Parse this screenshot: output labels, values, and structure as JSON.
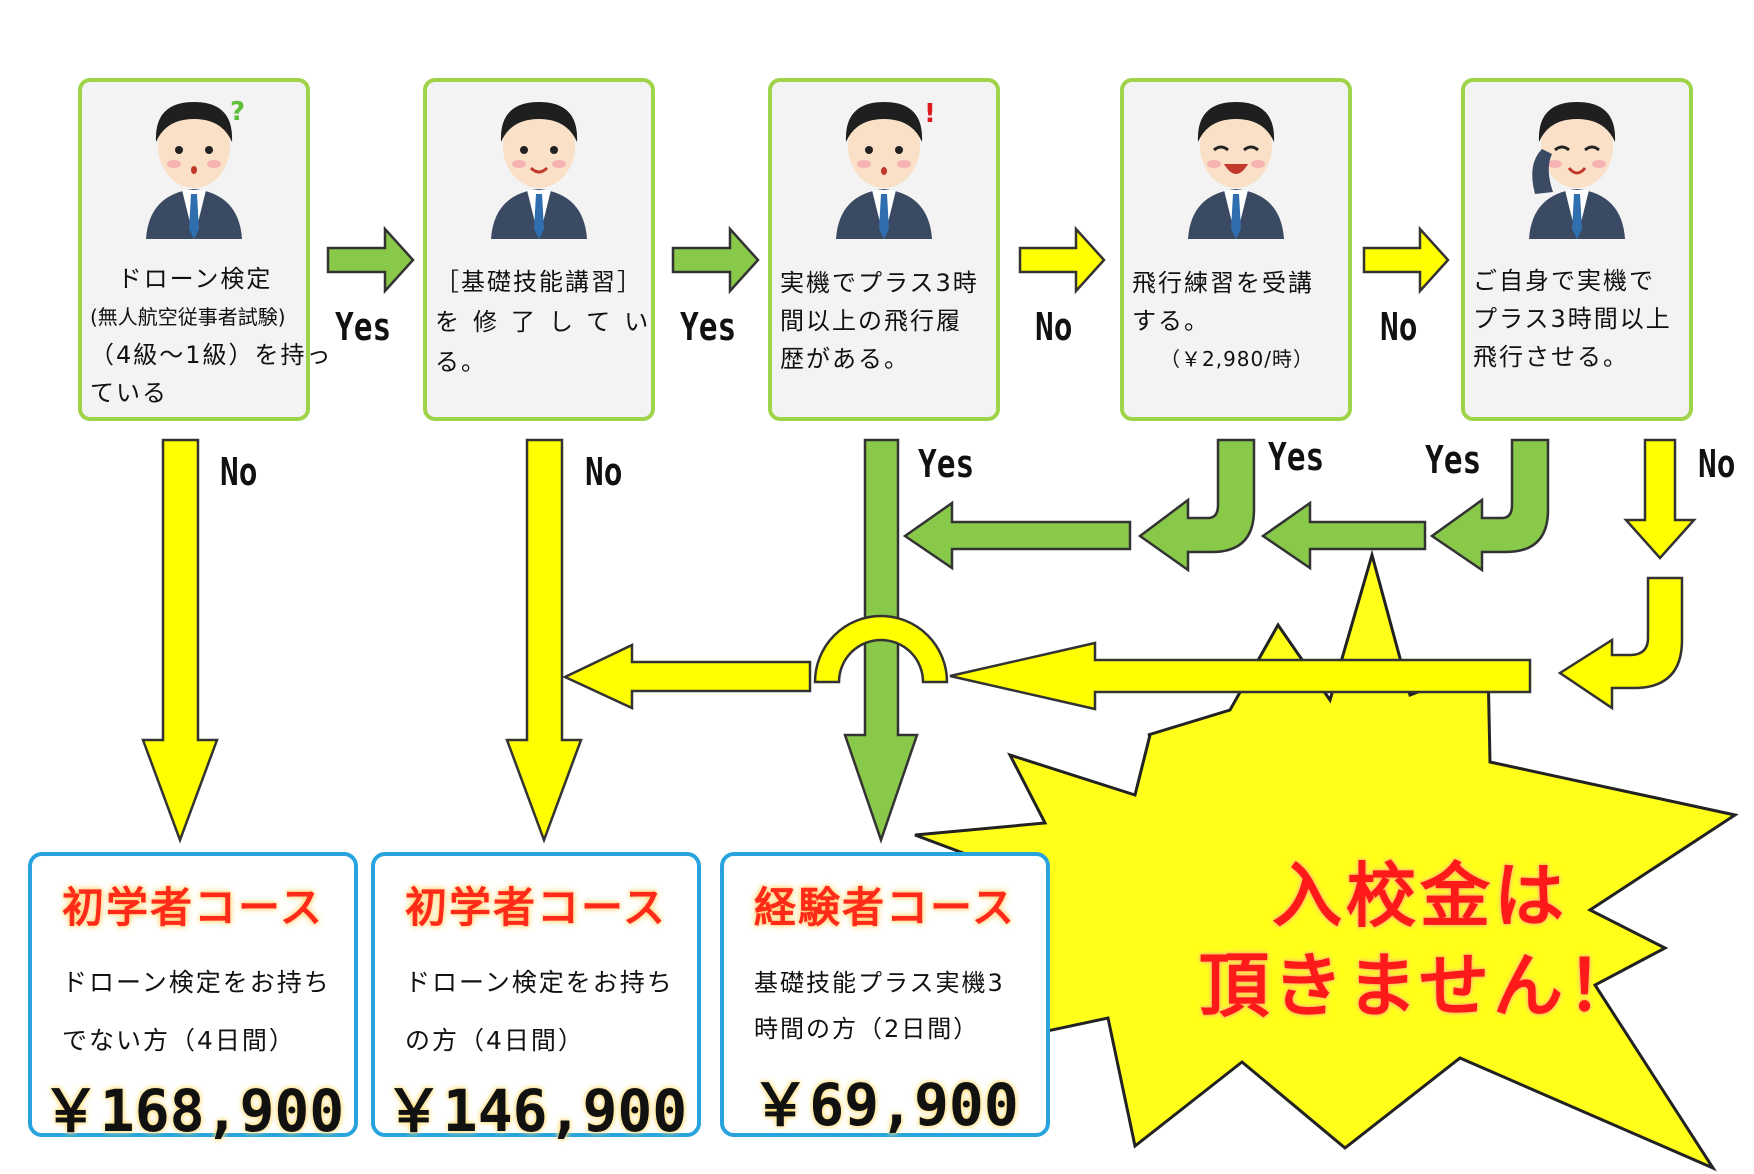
{
  "steps": [
    {
      "lines": [
        "ドローン検定",
        "(無人航空従事者試験)",
        "（4級～1級）を持っ",
        "ている"
      ],
      "face": "question"
    },
    {
      "lines": [
        "［基礎技能講習］",
        "を修了してい",
        "る。"
      ],
      "face": "smile"
    },
    {
      "lines": [
        "実機でプラス3時",
        "間以上の飛行履",
        "歴がある。"
      ],
      "face": "exclaim"
    },
    {
      "lines": [
        "飛行練習を受講",
        "する。",
        "（￥2,980/時）"
      ],
      "face": "laugh"
    },
    {
      "lines": [
        "ご自身で実機で",
        "プラス3時間以上",
        "飛行させる。"
      ],
      "face": "wink"
    }
  ],
  "labels": {
    "yes": "Yes",
    "no": "No"
  },
  "courses": [
    {
      "title": "初学者コース",
      "desc": [
        "ドローン検定をお持ち",
        "でない方（4日間）"
      ],
      "price": "￥168,900"
    },
    {
      "title": "初学者コース",
      "desc": [
        "ドローン検定をお持ち",
        "の方（4日間）"
      ],
      "price": "￥146,900"
    },
    {
      "title": "経験者コース",
      "desc": [
        "基礎技能プラス実機3",
        "時間の方（2日間）"
      ],
      "price": "￥69,900"
    }
  ],
  "burst": {
    "line1": "入校金は",
    "line2": "頂きません！"
  },
  "colors": {
    "green_arrow": "#88c94a",
    "yellow_arrow": "#ffff00",
    "step_border": "#9fd34a",
    "course_border": "#29a3dd",
    "title_red": "#ff2a1a",
    "burst_fill": "#ffff1a"
  }
}
